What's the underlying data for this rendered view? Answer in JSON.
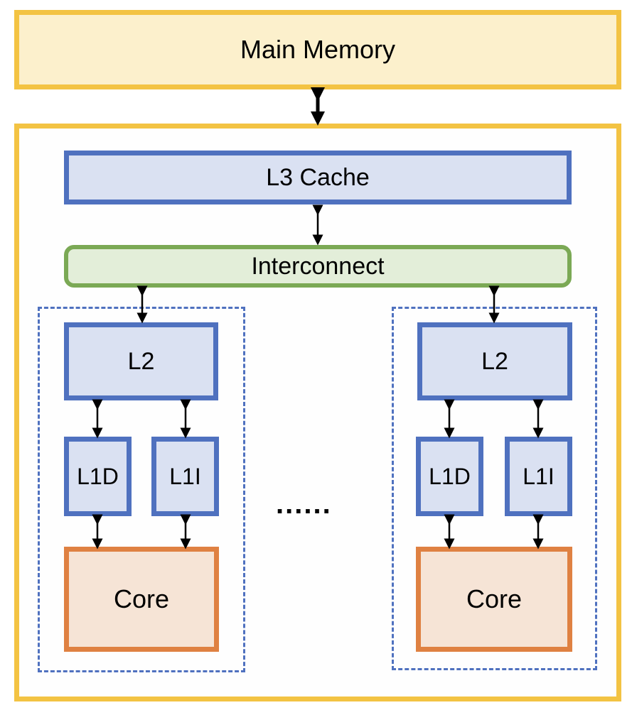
{
  "diagram": {
    "main_memory": {
      "label": "Main Memory",
      "fill": "#fcf0cc",
      "stroke": "#f3c343"
    },
    "l3_cache": {
      "label": "L3 Cache",
      "fill": "#dae1f2",
      "stroke": "#4f71bf"
    },
    "interconnect": {
      "label": "Interconnect",
      "fill": "#e3eed9",
      "stroke": "#7ba955"
    },
    "ellipsis": "......",
    "core_groups": [
      {
        "l2": "L2",
        "l1d": "L1D",
        "l1i": "L1I",
        "core": "Core"
      },
      {
        "l2": "L2",
        "l1d": "L1D",
        "l1i": "L1I",
        "core": "Core"
      }
    ],
    "colors": {
      "cache_fill": "#dae1f2",
      "cache_stroke": "#4f71bf",
      "core_fill": "#f6e4d6",
      "core_stroke": "#df8142",
      "chip_stroke": "#f3c343",
      "group_dash": "#4f71bf"
    }
  }
}
